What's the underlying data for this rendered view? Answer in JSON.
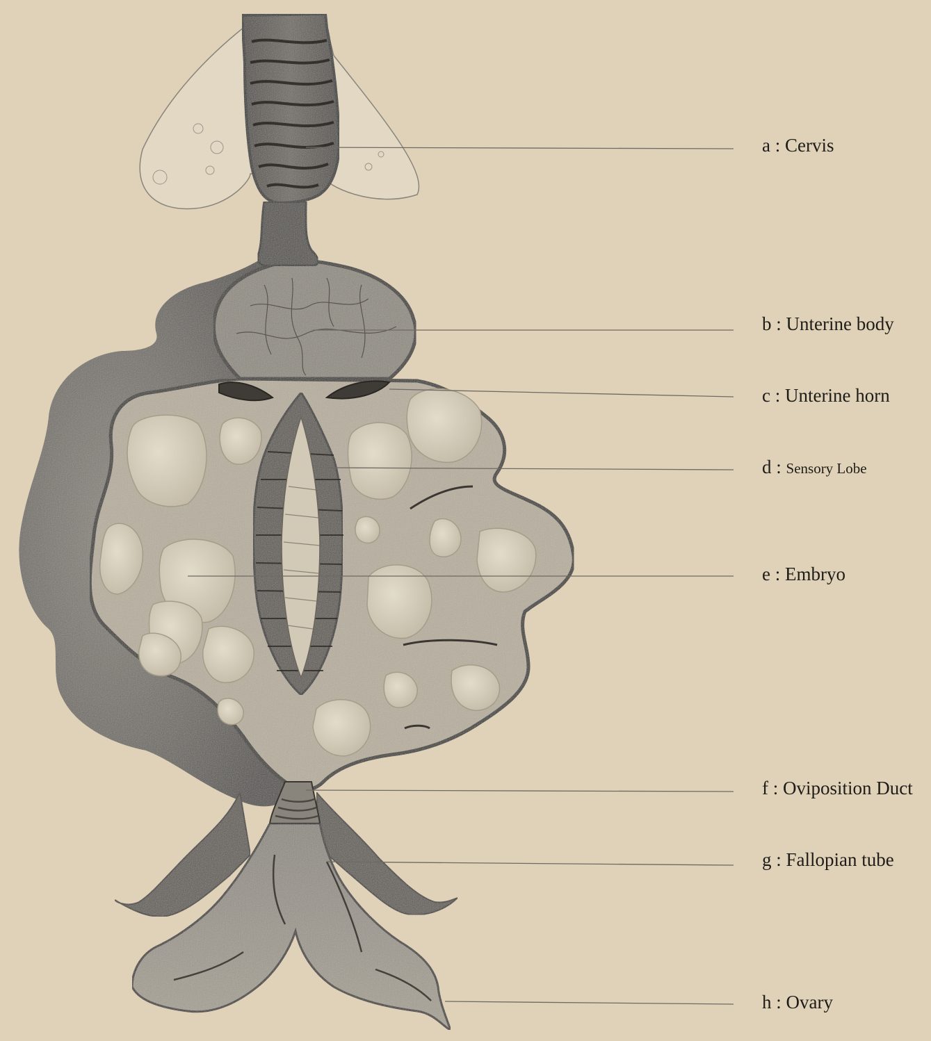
{
  "labels": [
    {
      "letter": "a",
      "name": "Cervis"
    },
    {
      "letter": "b",
      "name": "Unterine body"
    },
    {
      "letter": "c",
      "name": "Unterine horn"
    },
    {
      "letter": "d",
      "name": "Sensory Lobe"
    },
    {
      "letter": "e",
      "name": "Embryo"
    },
    {
      "letter": "f",
      "name": "Oviposition Duct"
    },
    {
      "letter": "g",
      "name": "Fallopian tube"
    },
    {
      "letter": "h",
      "name": "Ovary"
    }
  ],
  "colors": {
    "background": "#dfd2b9",
    "outline": "#3a3631",
    "outer_shadow": "#6e6a63",
    "inner_fill": "#b9b19f",
    "egg_fill": "#d3cbb7",
    "leader_line": "#6f6a62"
  }
}
